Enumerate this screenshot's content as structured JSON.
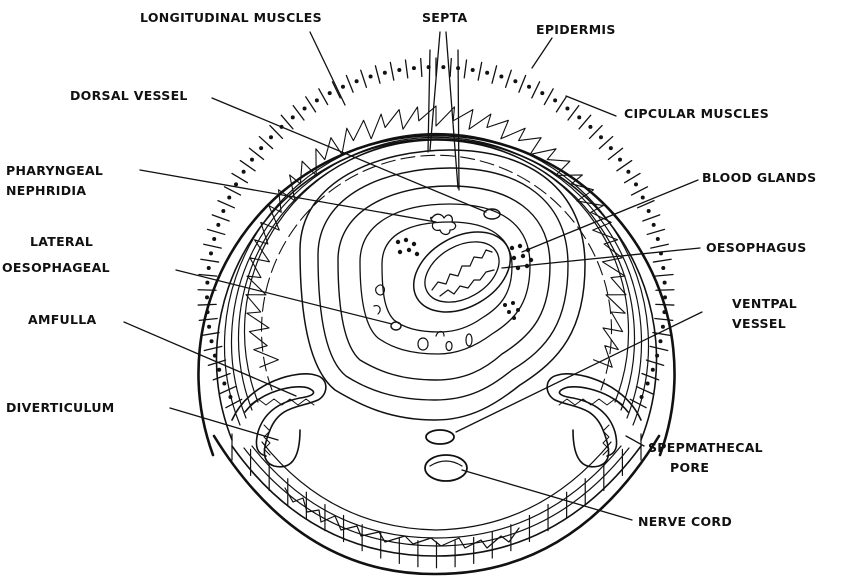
{
  "labels": {
    "longitudinal_muscles": "LONGITUDINAL MUSCLES",
    "septa": "SEPTA",
    "epidermis": "EPIDERMIS",
    "dorsal_vessel": "DORSAL VESSEL",
    "circular_muscles": "CIPCULAR MUSCLES",
    "pharyngeal_1": "PHARYNGEAL",
    "pharyngeal_2": "NEPHRIDIA",
    "blood_glands": "BLOOD GLANDS",
    "lateral_1": "LATERAL",
    "lateral_2": "OESOPHAGEAL",
    "oesophagus": "OESOPHAGUS",
    "ampulla": "AMFULLA",
    "ventral_1": "VENTPAL",
    "ventral_2": "VESSEL",
    "diverticulum": "DIVERTICULUM",
    "spermathecal_1": "SPEPMATHECAL",
    "spermathecal_2": "PORE",
    "nerve_cord": "NERVE CORD"
  },
  "colors": {
    "ink": "#111111",
    "background": "#ffffff"
  }
}
